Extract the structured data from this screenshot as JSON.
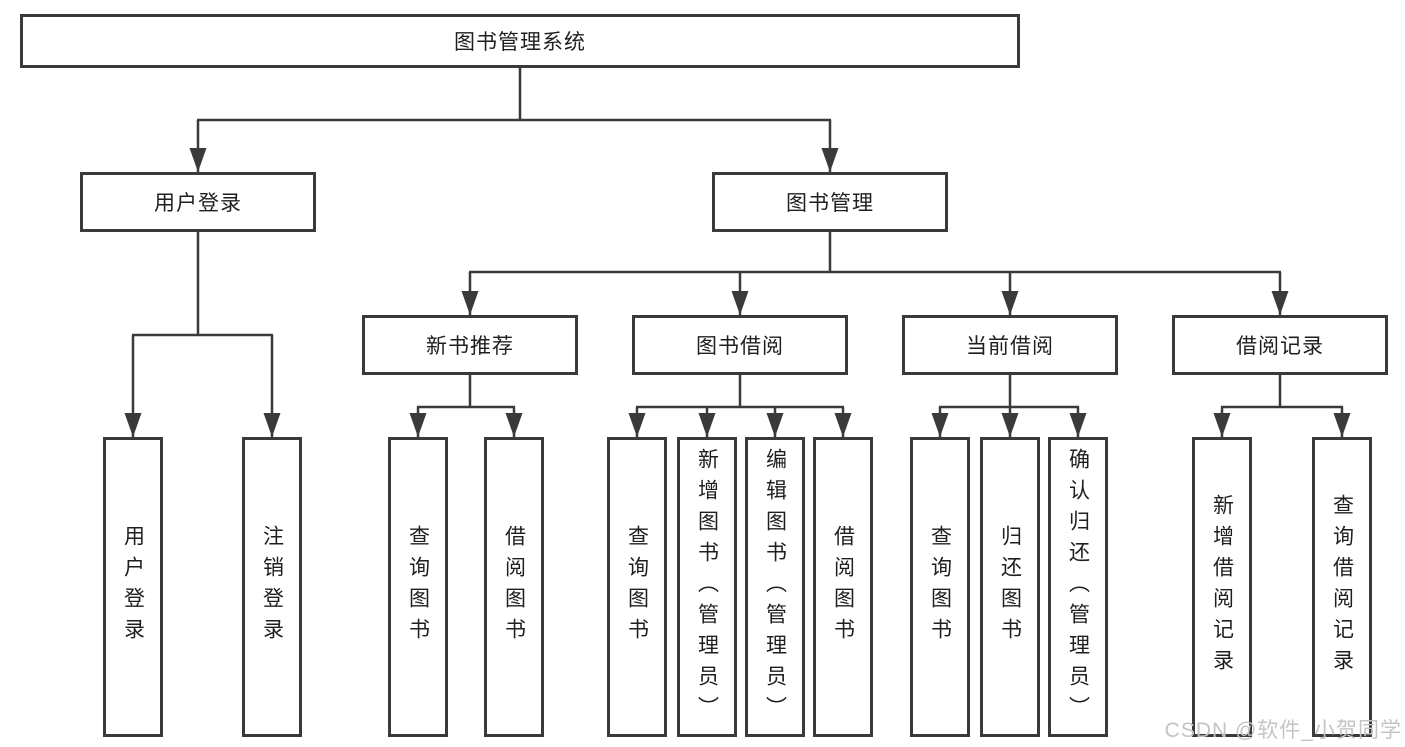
{
  "diagram": {
    "title": "图书管理系统",
    "level2": {
      "user_login": "用户登录",
      "book_mgmt": "图书管理"
    },
    "level3": {
      "new_books": "新书推荐",
      "borrow": "图书借阅",
      "current": "当前借阅",
      "records": "借阅记录"
    },
    "leaves": {
      "user_login": [
        "用户登录",
        "注销登录"
      ],
      "new_books": [
        "查询图书",
        "借阅图书"
      ],
      "borrow": [
        "查询图书",
        "新增图书（管理员）",
        "编辑图书（管理员）",
        "借阅图书"
      ],
      "current": [
        "查询图书",
        "归还图书",
        "确认归还（管理员）"
      ],
      "records": [
        "新增借阅记录",
        "查询借阅记录"
      ]
    }
  },
  "watermark": "CSDN @软件_小贺同学",
  "colors": {
    "line": "#3a3a3a",
    "box_background": "#ffffff",
    "watermark": "#c4c4c4"
  }
}
